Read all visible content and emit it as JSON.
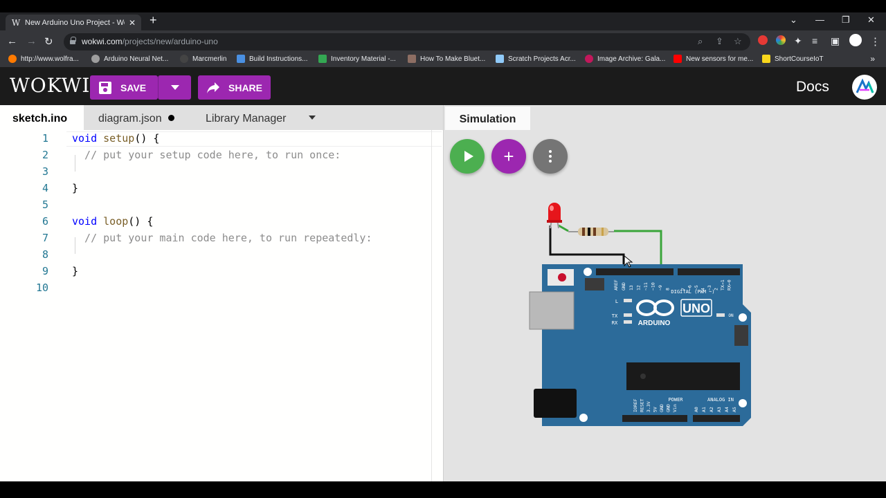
{
  "browser": {
    "tab_title": "New Arduino Uno Project - Wokwi",
    "tab_favicon": "W",
    "newtab_symbol": "+",
    "window_controls": [
      "⌄",
      "—",
      "❐",
      "✕"
    ],
    "url_host": "wokwi.com",
    "url_path": "/projects/new/arduino-uno",
    "bookmarks": [
      {
        "label": "http://www.wolfra...",
        "color": "#ff7a00"
      },
      {
        "label": "Arduino Neural Net...",
        "color": "#9e9e9e"
      },
      {
        "label": "Marcmerlin",
        "color": "#444444"
      },
      {
        "label": "Build Instructions...",
        "color": "#4a90e2"
      },
      {
        "label": "Inventory Material -...",
        "color": "#34a853"
      },
      {
        "label": "How To Make Bluet...",
        "color": "#8d6e63"
      },
      {
        "label": "Scratch Projects Acr...",
        "color": "#90caf9"
      },
      {
        "label": "Image Archive: Gala...",
        "color": "#c2185b"
      },
      {
        "label": "New sensors for me...",
        "color": "#ff0000"
      },
      {
        "label": "ShortCourseIoT",
        "color": "#f9d71c"
      }
    ],
    "bookmarks_more": "»"
  },
  "app": {
    "logo": "WOKWI",
    "save_label": "SAVE",
    "share_label": "SHARE",
    "docs_label": "Docs",
    "accent_color": "#9c27b0"
  },
  "editor": {
    "tabs": [
      {
        "label": "sketch.ino",
        "active": true
      },
      {
        "label": "diagram.json",
        "modified": true
      },
      {
        "label": "Library Manager"
      }
    ],
    "lines": [
      {
        "n": "1"
      },
      {
        "n": "2"
      },
      {
        "n": "3"
      },
      {
        "n": "4"
      },
      {
        "n": "5"
      },
      {
        "n": "6"
      },
      {
        "n": "7"
      },
      {
        "n": "8"
      },
      {
        "n": "9"
      },
      {
        "n": "10"
      }
    ],
    "code": {
      "l1_kw": "void",
      "l1_fn": "setup",
      "l1_rest": "() {",
      "l2": "  // put your setup code here, to run once:",
      "l4": "}",
      "l6_kw": "void",
      "l6_fn": "loop",
      "l6_rest": "() {",
      "l7": "  // put your main code here, to run repeatedly:",
      "l9": "}"
    }
  },
  "simulation": {
    "tab_label": "Simulation",
    "board": {
      "brand": "ARDUINO",
      "model": "UNO",
      "digital_label": "DIGITAL (PWM ~)",
      "analog_label": "ANALOG IN",
      "power_label": "POWER",
      "on_label": "ON",
      "l_label": "L",
      "tx_label": "TX",
      "rx_label": "RX",
      "aref_label": "AREF",
      "gnd_label": "GND",
      "digital_pins": [
        "13",
        "12",
        "~11",
        "~10",
        "~9",
        "8",
        "7",
        "~6",
        "~5",
        "4",
        "~3",
        "2",
        "TX→1",
        "RX←0"
      ],
      "power_pins": [
        "IOREF",
        "RESET",
        "3.3V",
        "5V",
        "GND",
        "GND",
        "Vin"
      ],
      "analog_pins": [
        "A0",
        "A1",
        "A2",
        "A3",
        "A4",
        "A5"
      ],
      "board_color": "#2c6b9a"
    },
    "icons": [
      "play-icon",
      "plus-icon",
      "more-vert-icon"
    ]
  }
}
